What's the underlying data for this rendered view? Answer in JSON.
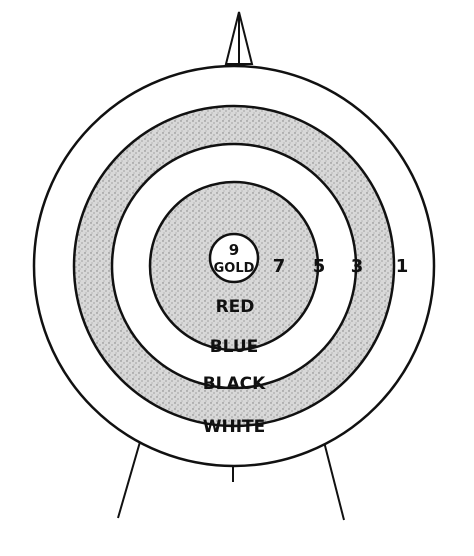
{
  "diagram": {
    "rings": [
      {
        "color_name": "WHITE",
        "label": "WHITE",
        "score": "1",
        "fill": "#ffffff"
      },
      {
        "color_name": "BLACK",
        "label": "BLACK",
        "score": "3",
        "fill": "#d2d2d2"
      },
      {
        "color_name": "BLUE",
        "label": "BLUE",
        "score": "5",
        "fill": "#ffffff"
      },
      {
        "color_name": "RED",
        "label": "RED",
        "score": "7",
        "fill": "#d2d2d2"
      },
      {
        "color_name": "GOLD",
        "label": "GOLD",
        "score": "9",
        "fill": "#ffffff"
      }
    ]
  },
  "colors": {
    "line": "#111111",
    "stipple": "#7a7a7a"
  }
}
